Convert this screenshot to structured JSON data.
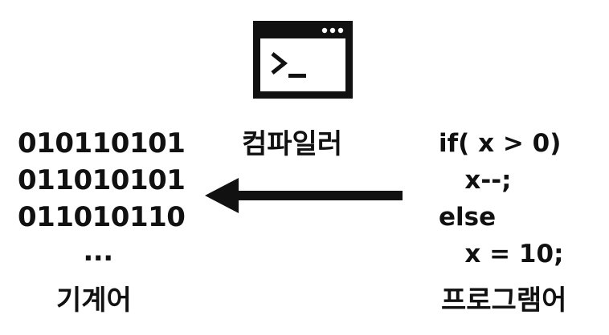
{
  "compiler_label": "컴파일러",
  "machine_label": "기계어",
  "program_label": "프로그램어",
  "machine_code": {
    "lines": [
      "010110101",
      "011010101",
      "011010110"
    ],
    "ellipsis": "..."
  },
  "program_code": {
    "lines": [
      "if( x > 0)",
      "   x--;",
      "else",
      "   x = 10;"
    ]
  },
  "colors": {
    "ink": "#111111",
    "background": "#ffffff"
  }
}
